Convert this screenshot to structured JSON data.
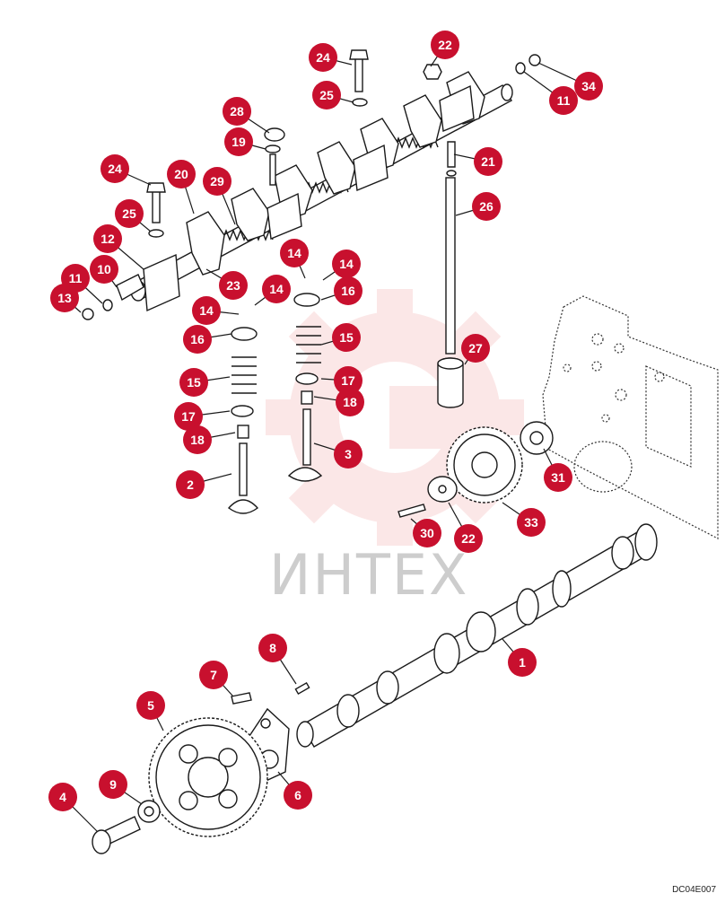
{
  "watermark": {
    "text": "ИНТЕХ",
    "color": "#e74c4c"
  },
  "doc_code": "DC04E007",
  "colors": {
    "callout": "#c8102e",
    "line": "#1a1a1a",
    "part_fill": "#ffffff"
  },
  "callouts": [
    {
      "id": "c24a",
      "label": "24"
    },
    {
      "id": "c22a",
      "label": "22"
    },
    {
      "id": "c34",
      "label": "34"
    },
    {
      "id": "c11a",
      "label": "11"
    },
    {
      "id": "c25a",
      "label": "25"
    },
    {
      "id": "c28",
      "label": "28"
    },
    {
      "id": "c19",
      "label": "19"
    },
    {
      "id": "c21",
      "label": "21"
    },
    {
      "id": "c24b",
      "label": "24"
    },
    {
      "id": "c20",
      "label": "20"
    },
    {
      "id": "c29",
      "label": "29"
    },
    {
      "id": "c26",
      "label": "26"
    },
    {
      "id": "c25b",
      "label": "25"
    },
    {
      "id": "c12",
      "label": "12"
    },
    {
      "id": "c14a",
      "label": "14"
    },
    {
      "id": "c14b",
      "label": "14"
    },
    {
      "id": "c11b",
      "label": "11"
    },
    {
      "id": "c10",
      "label": "10"
    },
    {
      "id": "c23",
      "label": "23"
    },
    {
      "id": "c14c",
      "label": "14"
    },
    {
      "id": "c16a",
      "label": "16"
    },
    {
      "id": "c13",
      "label": "13"
    },
    {
      "id": "c14d",
      "label": "14"
    },
    {
      "id": "c16b",
      "label": "16"
    },
    {
      "id": "c15a",
      "label": "15"
    },
    {
      "id": "c27",
      "label": "27"
    },
    {
      "id": "c15b",
      "label": "15"
    },
    {
      "id": "c17a",
      "label": "17"
    },
    {
      "id": "c17b",
      "label": "17"
    },
    {
      "id": "c18a",
      "label": "18"
    },
    {
      "id": "c18b",
      "label": "18"
    },
    {
      "id": "c3",
      "label": "3"
    },
    {
      "id": "c31",
      "label": "31"
    },
    {
      "id": "c2",
      "label": "2"
    },
    {
      "id": "c33",
      "label": "33"
    },
    {
      "id": "c30",
      "label": "30"
    },
    {
      "id": "c22b",
      "label": "22"
    },
    {
      "id": "c1",
      "label": "1"
    },
    {
      "id": "c8",
      "label": "8"
    },
    {
      "id": "c7",
      "label": "7"
    },
    {
      "id": "c5",
      "label": "5"
    },
    {
      "id": "c6",
      "label": "6"
    },
    {
      "id": "c9",
      "label": "9"
    },
    {
      "id": "c4",
      "label": "4"
    }
  ]
}
